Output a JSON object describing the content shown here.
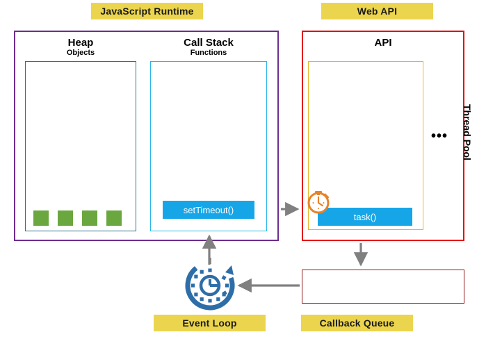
{
  "diagram": {
    "title_chips": {
      "javascript_runtime": "JavaScript Runtime",
      "web_api": "Web API",
      "event_loop": "Event Loop",
      "callback_queue": "Callback Queue"
    },
    "runtime_panel": {
      "border_color": "#6d2d8e",
      "heap": {
        "title": "Heap",
        "subtitle": "Objects",
        "border_color": "#2e6f8e",
        "objects": [
          {
            "label": "",
            "color": "#6aa73f"
          },
          {
            "label": "",
            "color": "#6aa73f"
          },
          {
            "label": "",
            "color": "#6aa73f"
          },
          {
            "label": "",
            "color": "#6aa73f"
          }
        ]
      },
      "call_stack": {
        "title": "Call Stack",
        "subtitle": "Functions",
        "border_color": "#29b6e8",
        "frames": [
          {
            "label": "setTimeout()",
            "color": "#16a6e8"
          }
        ]
      }
    },
    "webapi_panel": {
      "border_color": "#e31010",
      "api": {
        "title": "API",
        "border_color": "#e3b726",
        "tasks": [
          {
            "label": "task()",
            "color": "#16a6e8",
            "icon": "stopwatch-icon"
          }
        ],
        "more_indicator": "•••"
      },
      "thread_pool_label": "Thread Pool"
    },
    "callback_queue_box": {
      "items": [],
      "border_color": "#8d1515"
    },
    "event_loop_icon": {
      "name": "event-loop-icon",
      "color": "#2d6ea8"
    },
    "arrows": {
      "stack_to_api": "Call Stack → Web API",
      "api_to_queue": "Web API → Callback Queue",
      "queue_to_loop": "Callback Queue → Event Loop",
      "loop_to_stack": "Event Loop → Call Stack",
      "color": "#808080"
    }
  }
}
